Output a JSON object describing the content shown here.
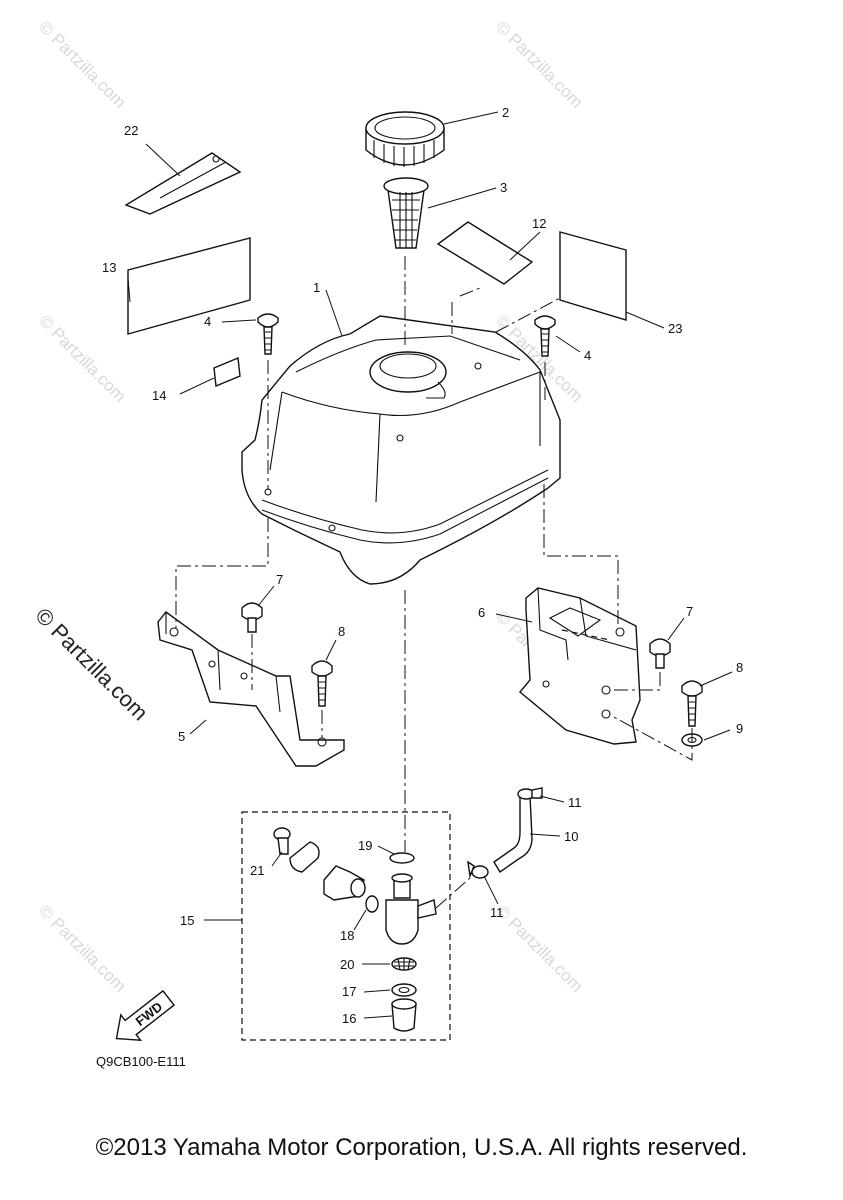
{
  "watermark": {
    "text": "© Partzilla.com",
    "main_text": "© Partzilla.com"
  },
  "labels": {
    "p1": "1",
    "p2": "2",
    "p3": "3",
    "p4a": "4",
    "p4b": "4",
    "p5": "5",
    "p6": "6",
    "p7a": "7",
    "p7b": "7",
    "p8a": "8",
    "p8b": "8",
    "p9": "9",
    "p10": "10",
    "p11a": "11",
    "p11b": "11",
    "p12": "12",
    "p13": "13",
    "p14": "14",
    "p15": "15",
    "p16": "16",
    "p17": "17",
    "p18": "18",
    "p19": "19",
    "p20": "20",
    "p21": "21",
    "p22": "22",
    "p23": "23"
  },
  "fwd_label": "FWD",
  "diagram_code": "Q9CB100-E111",
  "copyright": "©2013 Yamaha Motor Corporation, U.S.A. All rights reserved."
}
